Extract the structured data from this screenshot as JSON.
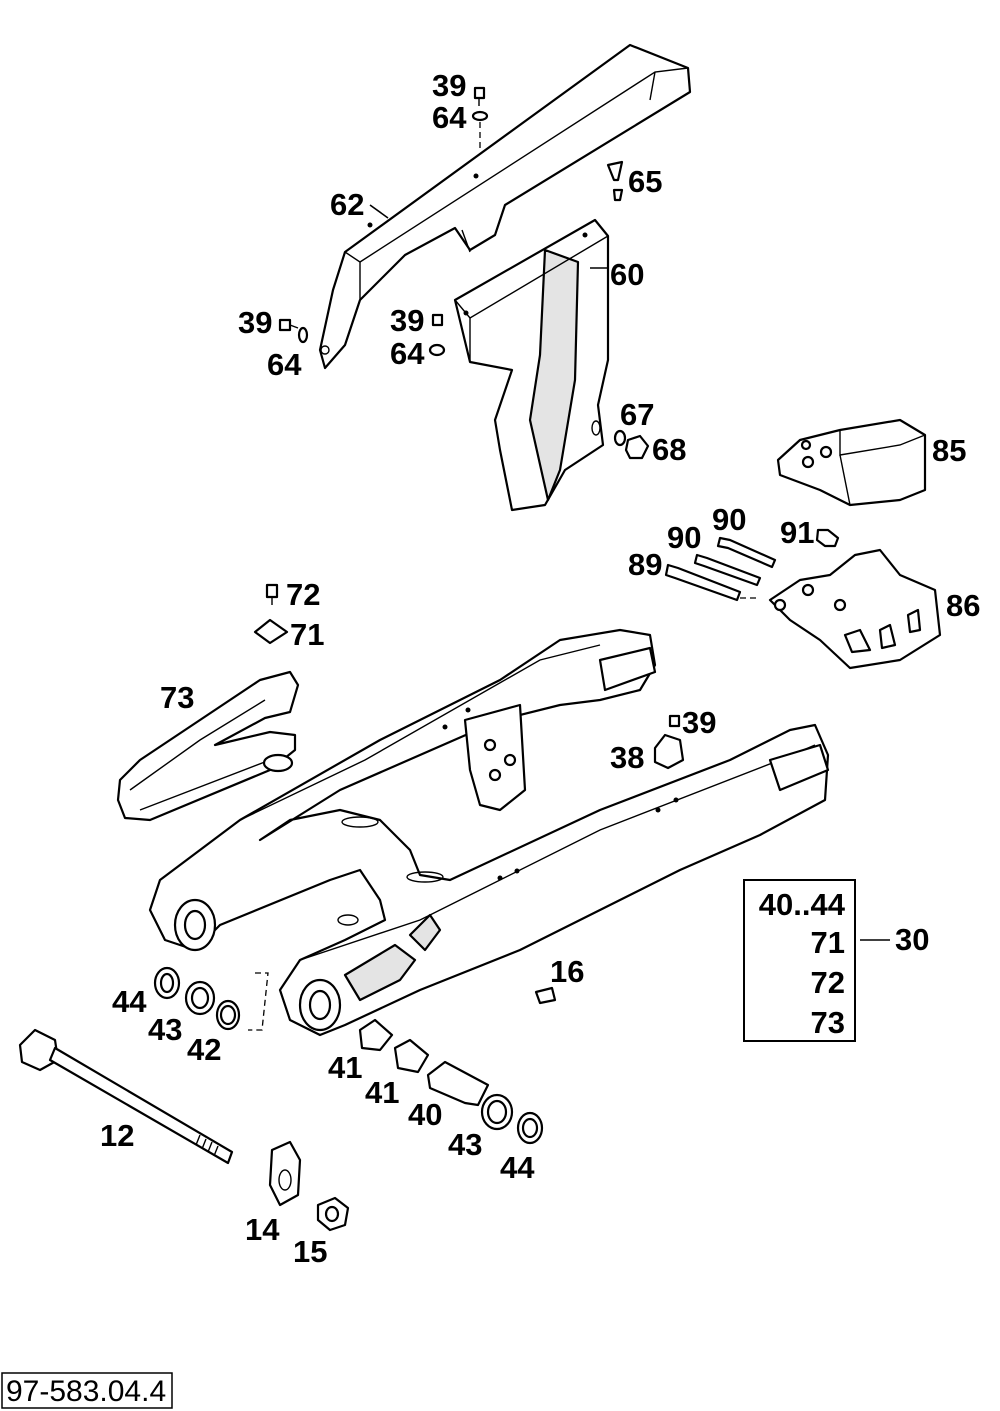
{
  "diagram": {
    "reference_code": "97-583.04.4",
    "callouts": {
      "c39a": "39",
      "c64a": "64",
      "c65": "65",
      "c62": "62",
      "c60": "60",
      "c39b": "39",
      "c64b": "64",
      "c39c": "39",
      "c64c": "64",
      "c67": "67",
      "c68": "68",
      "c85": "85",
      "c90a": "90",
      "c90b": "90",
      "c91": "91",
      "c89": "89",
      "c86": "86",
      "c72": "72",
      "c71": "71",
      "c73": "73",
      "c39d": "39",
      "c38": "38",
      "c16": "16",
      "c44a": "44",
      "c43a": "43",
      "c42": "42",
      "c41a": "41",
      "c41b": "41",
      "c40": "40",
      "c43b": "43",
      "c44b": "44",
      "c12": "12",
      "c14": "14",
      "c15": "15",
      "c30": "30"
    },
    "kit_box": {
      "parent": "30",
      "items": [
        "40..44",
        "71",
        "72",
        "73"
      ]
    }
  }
}
